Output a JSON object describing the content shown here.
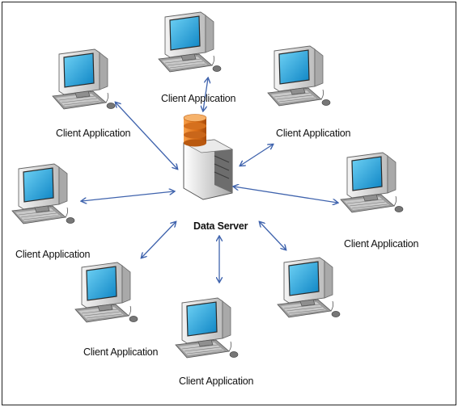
{
  "diagram": {
    "server": {
      "label": "Data Server",
      "icon": "database-server-icon"
    },
    "clients": [
      {
        "id": "top",
        "label": "Client Application"
      },
      {
        "id": "upper-left",
        "label": "Client Application"
      },
      {
        "id": "upper-right",
        "label": "Client Application"
      },
      {
        "id": "left",
        "label": "Client Application"
      },
      {
        "id": "right",
        "label": "Client Application"
      },
      {
        "id": "lower-left",
        "label": "Client Application"
      },
      {
        "id": "bottom",
        "label": "Client Application"
      },
      {
        "id": "lower-right",
        "label": ""
      }
    ],
    "colors": {
      "arrow": "#3f63ad",
      "screen": "#1aa3dc",
      "monitor": "#e4e4e4"
    }
  }
}
